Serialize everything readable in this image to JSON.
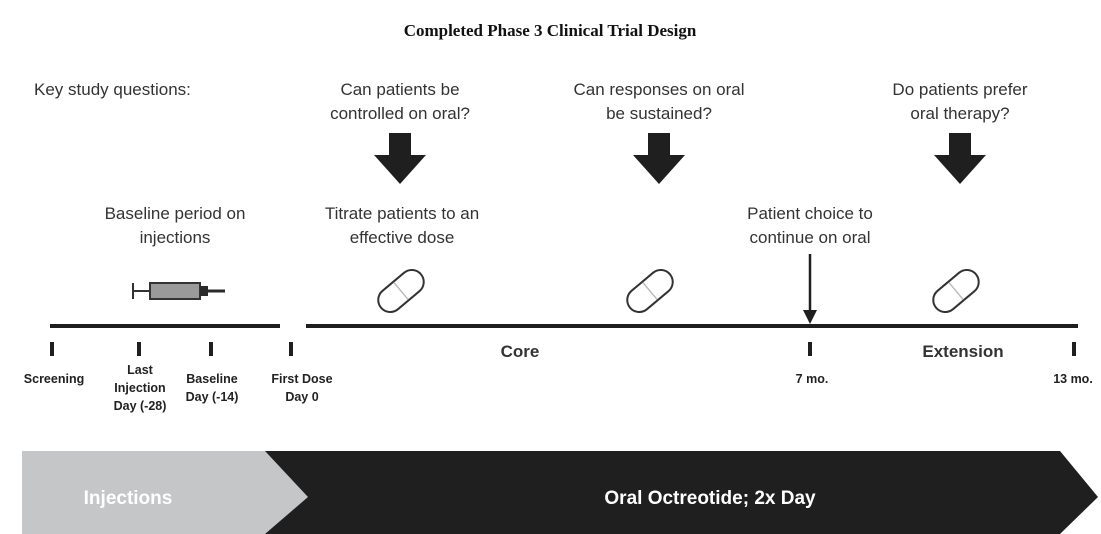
{
  "title": "Completed Phase 3 Clinical Trial Design",
  "key_questions_label": "Key study questions:",
  "questions": [
    {
      "line1": "Can patients be",
      "line2": "controlled on oral?"
    },
    {
      "line1": "Can responses on oral",
      "line2": "be sustained?"
    },
    {
      "line1": "Do patients prefer",
      "line2": "oral therapy?"
    }
  ],
  "phase_labels": {
    "baseline": {
      "line1": "Baseline period on",
      "line2": "injections"
    },
    "titrate": {
      "line1": "Titrate patients to an",
      "line2": "effective dose"
    },
    "choice": {
      "line1": "Patient choice to",
      "line2": "continue on oral"
    }
  },
  "timeline": {
    "segments": {
      "core": "Core",
      "extension": "Extension"
    },
    "ticks": [
      {
        "lines": [
          "Screening"
        ]
      },
      {
        "lines": [
          "Last",
          "Injection",
          "Day (-28)"
        ]
      },
      {
        "lines": [
          "Baseline",
          "Day (-14)"
        ]
      },
      {
        "lines": [
          "First Dose",
          "Day 0"
        ]
      },
      {
        "lines": [
          "7 mo."
        ]
      },
      {
        "lines": [
          "13 mo."
        ]
      }
    ]
  },
  "treatment_bar": {
    "injections_label": "Injections",
    "oral_label": "Oral Octreotide; 2x Day"
  },
  "icons": [
    "syringe-icon",
    "capsule-icon",
    "down-arrow-icon"
  ],
  "colors": {
    "injections_bar": "#c4c6c8",
    "oral_bar": "#1f1f1f",
    "arrow": "#1f1f1f",
    "timeline": "#1f1f1f"
  }
}
